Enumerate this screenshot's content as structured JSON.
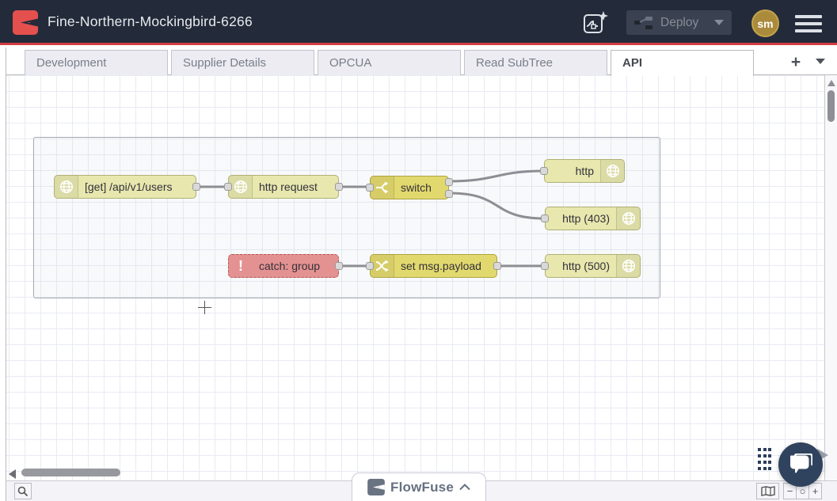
{
  "header": {
    "title": "Fine-Northern-Mockingbird-6266",
    "deploy": {
      "label": "Deploy",
      "enabled": false
    },
    "avatar": {
      "initials": "sm"
    },
    "colors": {
      "bar": "#232b3a",
      "accent_line": "#d23c3f",
      "logo_red": "#e4504e",
      "avatar_bg": "#aa8a3b"
    }
  },
  "tabs": {
    "items": [
      {
        "label": "Development",
        "active": false
      },
      {
        "label": "Supplier Details",
        "active": false
      },
      {
        "label": "OPCUA",
        "active": false
      },
      {
        "label": "Read SubTree",
        "active": false
      },
      {
        "label": "API",
        "active": true
      }
    ],
    "add_label": "+"
  },
  "canvas": {
    "grid": true,
    "nodes": [
      {
        "id": "http-in",
        "label": "[get] /api/v1/users",
        "type": "http in",
        "color": "#e7e7ae",
        "icon": "globe-icon",
        "icon_side": "left"
      },
      {
        "id": "http-request",
        "label": "http request",
        "type": "http request",
        "color": "#e7e7ae",
        "icon": "globe-icon",
        "icon_side": "left"
      },
      {
        "id": "switch",
        "label": "switch",
        "type": "switch",
        "color": "#e2d96e",
        "icon": "fork-icon",
        "icon_side": "left",
        "outputs": 2
      },
      {
        "id": "http-resp",
        "label": "http",
        "type": "http response",
        "color": "#e7e7ae",
        "icon": "globe-icon",
        "icon_side": "right"
      },
      {
        "id": "http-resp-403",
        "label": "http (403)",
        "type": "http response",
        "color": "#e7e7ae",
        "icon": "globe-icon",
        "icon_side": "right"
      },
      {
        "id": "catch-group",
        "label": "catch: group",
        "type": "catch",
        "color": "#e49191",
        "icon": "warning-icon",
        "icon_side": "left"
      },
      {
        "id": "set-payload",
        "label": "set msg.payload",
        "type": "change",
        "color": "#e2d96e",
        "icon": "shuffle-icon",
        "icon_side": "left"
      },
      {
        "id": "http-resp-500",
        "label": "http (500)",
        "type": "http response",
        "color": "#e7e7ae",
        "icon": "globe-icon",
        "icon_side": "right"
      }
    ],
    "wire_color": "#8d8d93",
    "catch_icon_glyph": "!"
  },
  "statusbar": {
    "zoom_out_label": "−",
    "zoom_reset_label": "○",
    "zoom_in_label": "+"
  },
  "footer": {
    "flowfuse_label": "FlowFuse"
  },
  "chat": {
    "color": "#30435e"
  }
}
